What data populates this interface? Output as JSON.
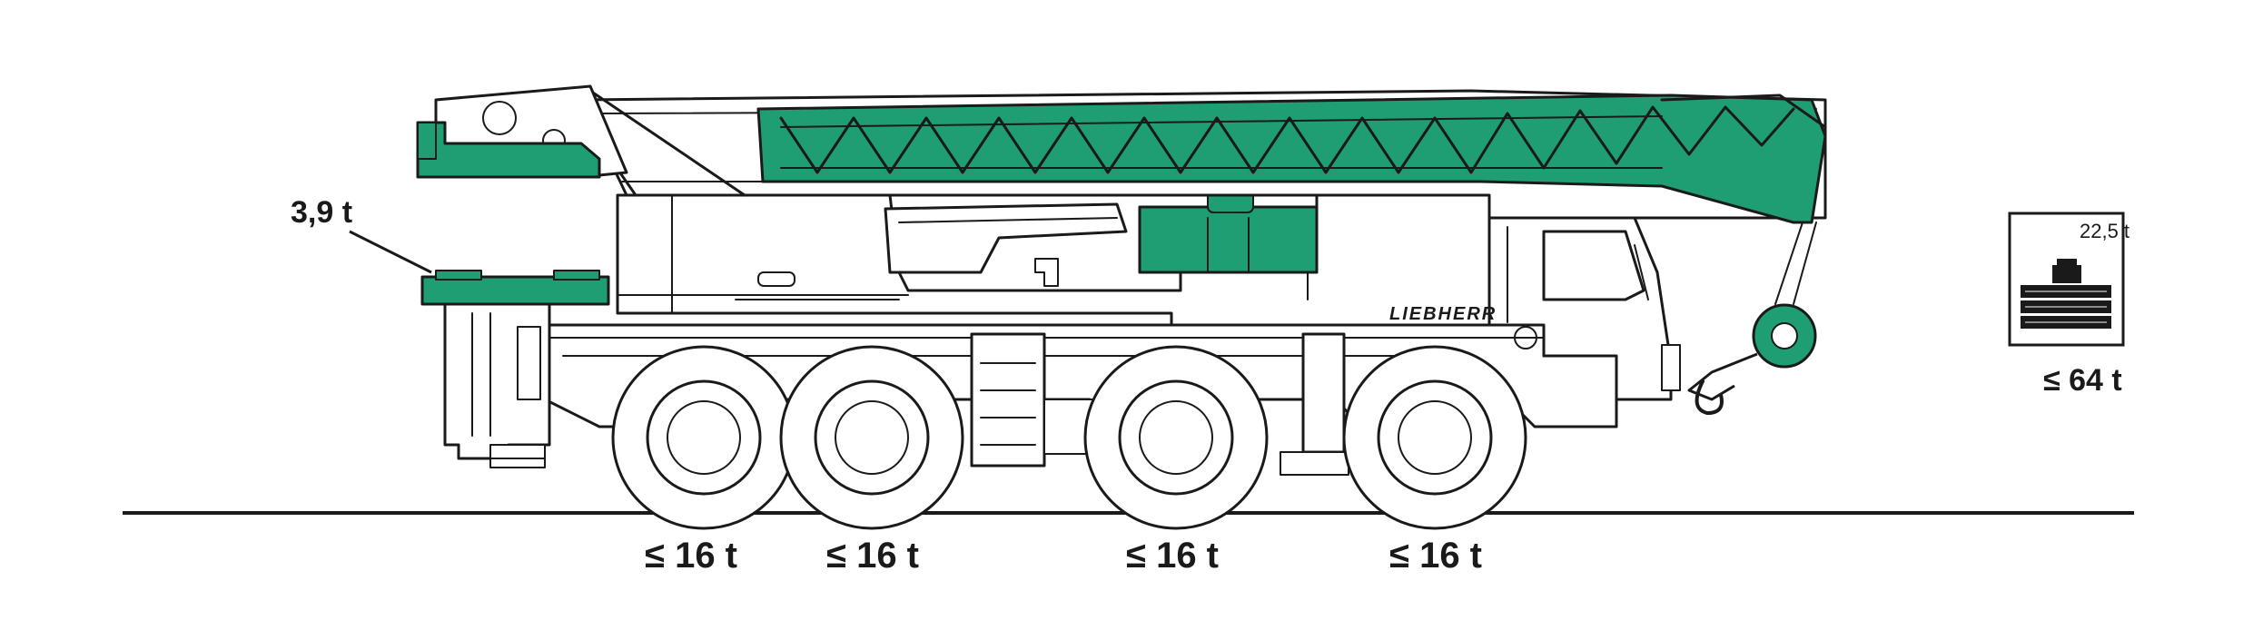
{
  "diagram": {
    "counterweight_label": "3,9 t",
    "brand_text": "LIEBHERR",
    "axle_loads": [
      "≤ 16 t",
      "≤ 16 t",
      "≤ 16 t",
      "≤ 16 t"
    ],
    "legend": {
      "top_value": "22,5 t",
      "total_label": "≤ 64 t"
    },
    "colors": {
      "accent_green": "#1f9e73",
      "line": "#1a1a1a",
      "background": "#ffffff"
    }
  }
}
